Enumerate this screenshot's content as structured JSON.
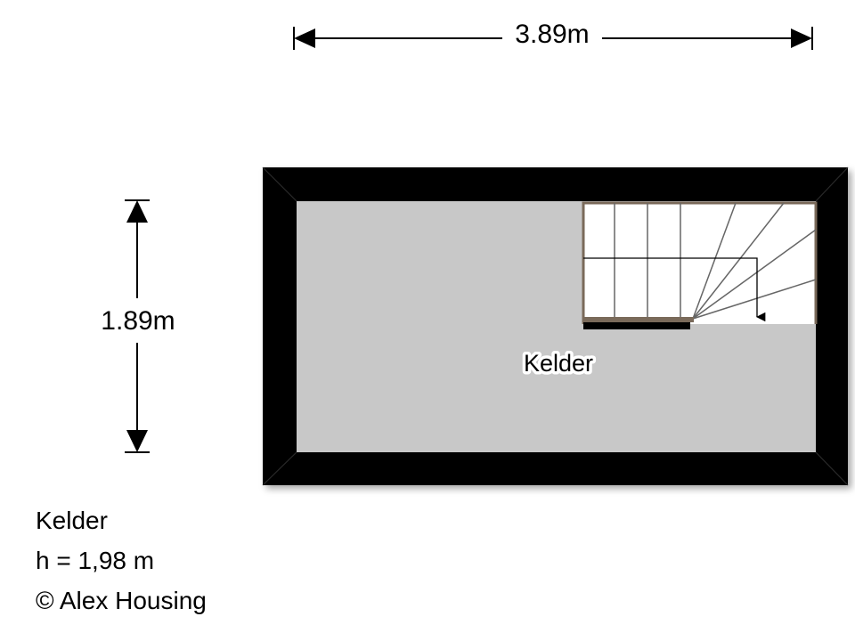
{
  "dimensions": {
    "width_label": "3.89m",
    "depth_label": "1.89m"
  },
  "room": {
    "name": "Kelder"
  },
  "caption": {
    "room_name": "Kelder",
    "height": "h = 1,98 m",
    "copyright": "© Alex Housing"
  },
  "colors": {
    "wall": "#000000",
    "floor": "#c8c8c8",
    "stair_fill": "#ffffff",
    "stair_edge": "#7a6a5a"
  }
}
